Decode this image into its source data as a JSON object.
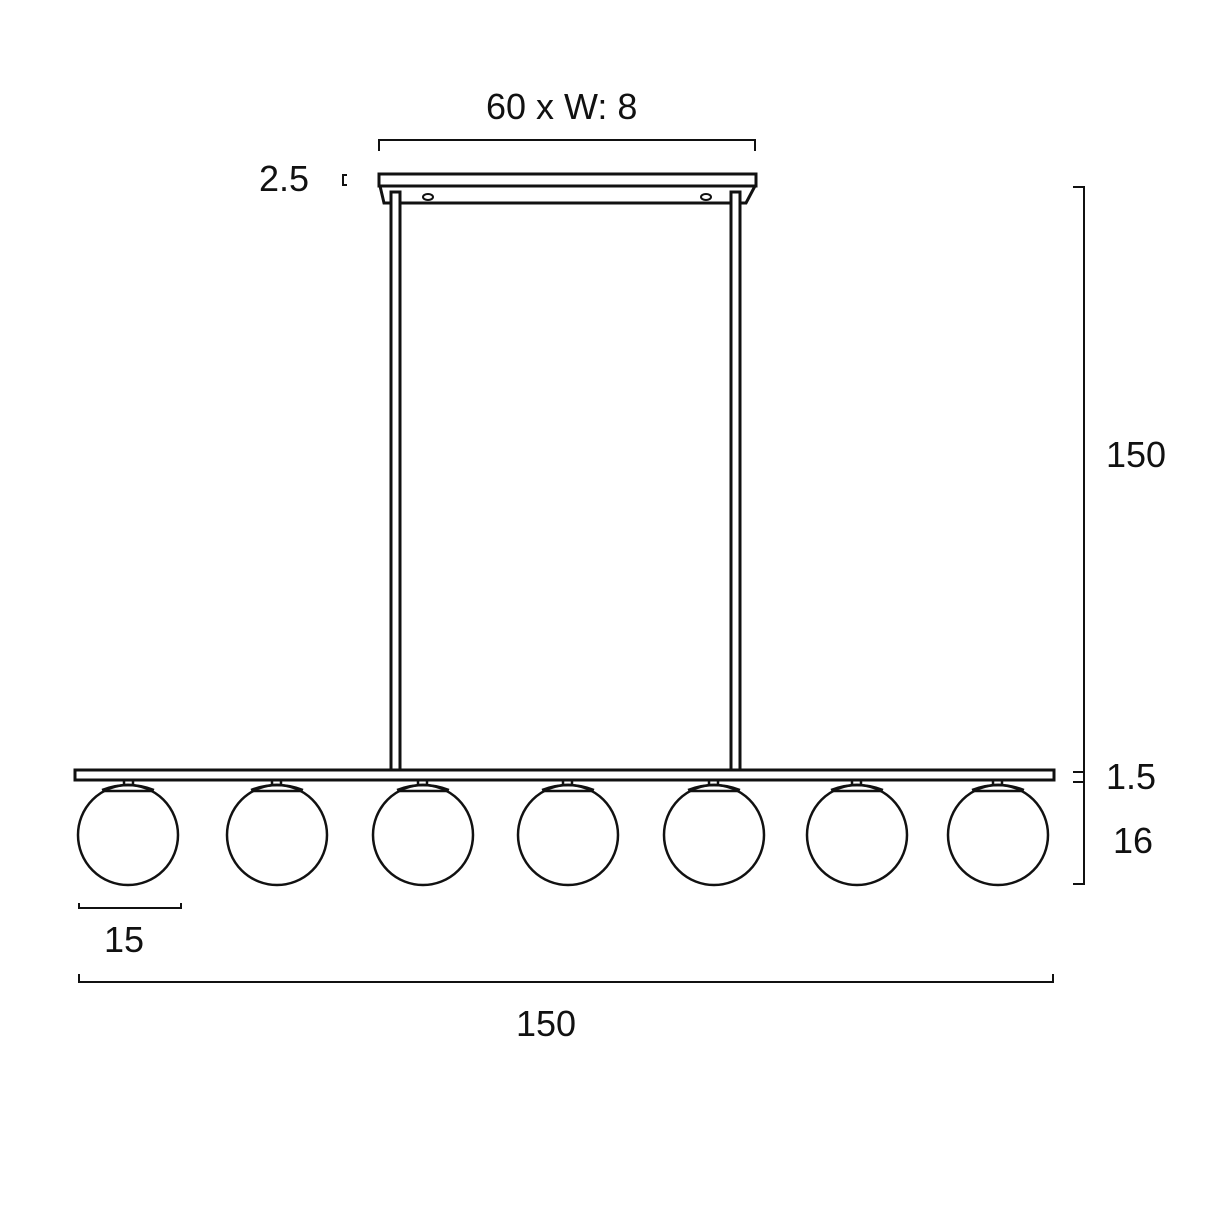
{
  "drawing": {
    "subject": "Linear 7-globe pendant light dimension drawing",
    "stroke_color": "#111111",
    "background": "#ffffff",
    "globe_count": 7
  },
  "dimensions": {
    "canopy_length": "60 x W: 8",
    "canopy_height": "2.5",
    "drop_height": "150",
    "bar_thickness": "1.5",
    "globe_height": "16",
    "globe_diameter": "15",
    "overall_length": "150"
  }
}
